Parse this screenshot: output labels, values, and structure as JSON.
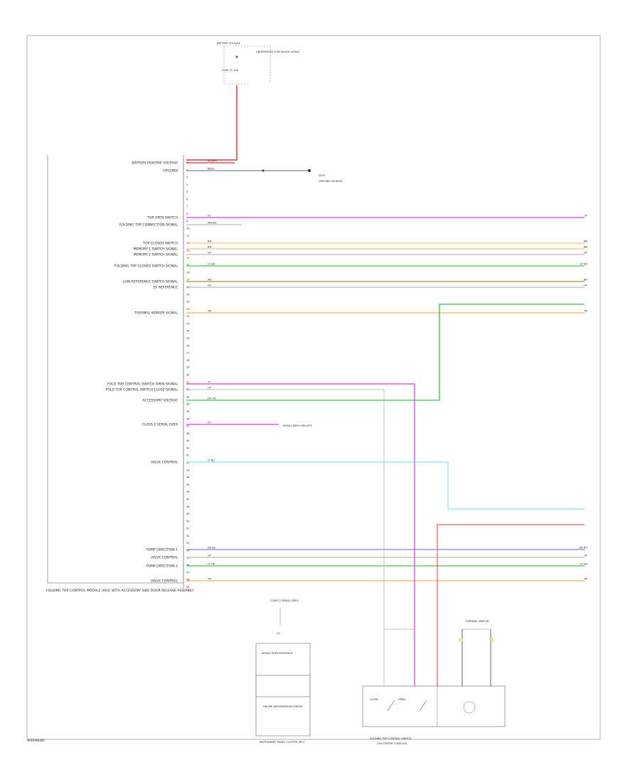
{
  "diagram_code": "W9098086",
  "battery_fuse": {
    "label": "BATTERY VOLTAGE",
    "fuse": "FUSE 11 15A",
    "note": "UNDERHOOD FUSE BLOCK (X50A)"
  },
  "module": {
    "name": "FOLDING TOP CONTROL MODULE",
    "description": "FOLDING TOP CONTROL MODULE (K62) WITH ACCESSORY SIDE DOOR RELEASE ASSEMBLY"
  },
  "ground": {
    "label": "G101",
    "note": "GROUND ON BODY"
  },
  "pins": [
    {
      "n": "1"
    },
    {
      "n": "2"
    },
    {
      "n": "3"
    },
    {
      "n": "4"
    },
    {
      "n": "5"
    },
    {
      "n": "6"
    },
    {
      "n": "7"
    },
    {
      "n": "8"
    },
    {
      "n": "9"
    },
    {
      "n": "10"
    },
    {
      "n": "11"
    },
    {
      "n": "12"
    },
    {
      "n": "13"
    },
    {
      "n": "14"
    },
    {
      "n": "15"
    },
    {
      "n": "16"
    },
    {
      "n": "17"
    },
    {
      "n": "18"
    },
    {
      "n": "19"
    },
    {
      "n": "20"
    },
    {
      "n": "21"
    },
    {
      "n": "22"
    },
    {
      "n": "23"
    },
    {
      "n": "24"
    },
    {
      "n": "25"
    },
    {
      "n": "26"
    },
    {
      "n": "27"
    },
    {
      "n": "28"
    },
    {
      "n": "29"
    },
    {
      "n": "30"
    },
    {
      "n": "31"
    },
    {
      "n": "32"
    },
    {
      "n": "33"
    },
    {
      "n": "34"
    },
    {
      "n": "35"
    },
    {
      "n": "36"
    },
    {
      "n": "37"
    },
    {
      "n": "38"
    },
    {
      "n": "39"
    },
    {
      "n": "40"
    },
    {
      "n": "41"
    },
    {
      "n": "42"
    },
    {
      "n": "43"
    },
    {
      "n": "44"
    },
    {
      "n": "45"
    },
    {
      "n": "46"
    },
    {
      "n": "47"
    },
    {
      "n": "48"
    },
    {
      "n": "49"
    },
    {
      "n": "50"
    },
    {
      "n": "51"
    },
    {
      "n": "52"
    },
    {
      "n": "53"
    },
    {
      "n": "54"
    },
    {
      "n": "55"
    },
    {
      "n": "56"
    },
    {
      "n": "57"
    },
    {
      "n": "58"
    },
    {
      "n": "59"
    }
  ],
  "circuits": [
    {
      "label": "BATTERY POSITIVE VOLTAGE",
      "wire": "RD/WH",
      "color": "#e8343a"
    },
    {
      "label": "GROUND",
      "wire": "BK/LT",
      "color": "#333333"
    },
    {
      "label": "TOP OPEN SWITCH",
      "wire": "VT",
      "color": "#e23be8"
    },
    {
      "label": "FOLDING TOP CONNECTION SIGNAL",
      "wire": "WH/BU",
      "color": "#bbbbbb"
    },
    {
      "label": "TOP CLOSED SWITCH",
      "wire": "BN",
      "color": "#f2c48a"
    },
    {
      "label": "MEMORY 1 SWITCH SIGNAL",
      "wire": "BN",
      "color": "#f2c48a"
    },
    {
      "label": "MEMORY 2 SWITCH SIGNAL",
      "wire": "GY",
      "color": "#bbbbbb"
    },
    {
      "label": "FOLDING TOP CLOSED SWITCH SIGNAL",
      "wire": "LT GN",
      "color": "#3ccf4e"
    },
    {
      "label": "LOW REFERENCE SWITCH SIGNAL",
      "wire": "BN",
      "color": "#b58a3a"
    },
    {
      "label": "5V REFERENCE",
      "wire": "GY",
      "color": "#bbbbbb"
    },
    {
      "label": "THERMAL SENSOR SIGNAL",
      "wire": "TN",
      "color": "#f0b84e"
    },
    {
      "label": "FOLD TOP CONTROL SWITCH OPEN SIGNAL",
      "wire": "VT",
      "color": "#e23be8"
    },
    {
      "label": "FOLD TOP CONTROL SWITCH CLOSE SIGNAL",
      "wire": "GY",
      "color": "#bbbbbb"
    },
    {
      "label": "ACCESSORY VOLTAGE",
      "wire": "DK GN",
      "color": "#2fc64a"
    },
    {
      "label": "CLASS 2 SERIAL DATA",
      "wire": "PU",
      "color": "#e23be8"
    },
    {
      "label": "VALVE CONTROL",
      "wire": "LT BU",
      "color": "#5fe3ec"
    },
    {
      "label": "PUMP DIRECTION 1",
      "wire": "DK BU",
      "color": "#7b86d8"
    },
    {
      "label": "VALVE CONTROL",
      "wire": "GY",
      "color": "#bbbbbb"
    },
    {
      "label": "PUMP DIRECTION 2",
      "wire": "LT GN",
      "color": "#3ccf4e"
    },
    {
      "label": "VALVE CONTROL",
      "wire": "TN",
      "color": "#f0b84e"
    }
  ],
  "serial_data_note": "SERIAL DATA CIRCUITS",
  "switch_panel": {
    "name": "FOLDING TOP CONTROL SWITCH",
    "sub": "(ON CENTER CONSOLE)",
    "close_label": "CLOSE",
    "open_label": "OPEN"
  },
  "thermal_sensor": {
    "label": "THERMAL SENSOR"
  },
  "instrument_cluster": {
    "name": "INSTRUMENT PANEL CLUSTER (IPC)",
    "box_label": "SERIAL DATA INTERFACE",
    "inner_label": "DRIVER INFORMATION CENTER",
    "connector": "C2",
    "top_label": "CLASS 2 SERIAL DATA"
  }
}
